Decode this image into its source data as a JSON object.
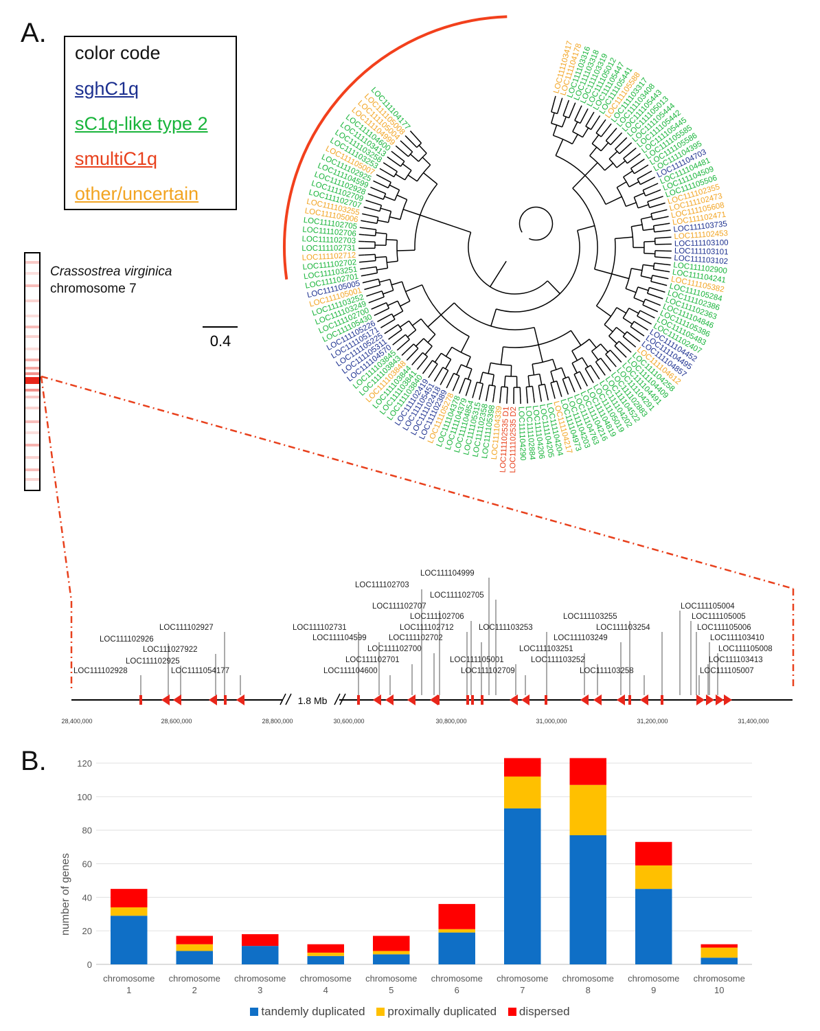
{
  "panel_a_label": "A.",
  "panel_b_label": "B.",
  "legend": {
    "title": "color code",
    "items": [
      {
        "label": "sghC1q",
        "color": "#1b2f8f"
      },
      {
        "label": "sC1q-like type 2",
        "color": "#18b43a"
      },
      {
        "label": "smultiC1q",
        "color": "#e8401c"
      },
      {
        "label": "other/uncertain",
        "color": "#f2a422"
      }
    ]
  },
  "species": {
    "name": "Crassostrea virginica",
    "chromosome": "chromosome 7"
  },
  "scale_bar_label": "0.4",
  "tree_leaves": [
    {
      "id": "LOC111103417",
      "cls": "o"
    },
    {
      "id": "LOC111104178",
      "cls": "o"
    },
    {
      "id": "LOC111103316",
      "cls": "g"
    },
    {
      "id": "LOC111103318",
      "cls": "g"
    },
    {
      "id": "LOC111103319",
      "cls": "g"
    },
    {
      "id": "LOC111105012",
      "cls": "g"
    },
    {
      "id": "LOC111105447",
      "cls": "g"
    },
    {
      "id": "LOC111105441",
      "cls": "g"
    },
    {
      "id": "LOC111105588",
      "cls": "o"
    },
    {
      "id": "LOC111103317",
      "cls": "g"
    },
    {
      "id": "LOC111103408",
      "cls": "g"
    },
    {
      "id": "LOC111105443",
      "cls": "g"
    },
    {
      "id": "LOC111105013",
      "cls": "g"
    },
    {
      "id": "LOC111105444",
      "cls": "g"
    },
    {
      "id": "LOC111105442",
      "cls": "g"
    },
    {
      "id": "LOC111105445",
      "cls": "g"
    },
    {
      "id": "LOC111105585",
      "cls": "g"
    },
    {
      "id": "LOC111105586",
      "cls": "g"
    },
    {
      "id": "LOC111104395",
      "cls": "g"
    },
    {
      "id": "LOC111104703",
      "cls": "b"
    },
    {
      "id": "LOC111104481",
      "cls": "g"
    },
    {
      "id": "LOC111104509",
      "cls": "g"
    },
    {
      "id": "LOC111105506",
      "cls": "g"
    },
    {
      "id": "LOC111102355",
      "cls": "o"
    },
    {
      "id": "LOC111102473",
      "cls": "o"
    },
    {
      "id": "LOC111105608",
      "cls": "o"
    },
    {
      "id": "LOC111102471",
      "cls": "o"
    },
    {
      "id": "LOC111103735",
      "cls": "b"
    },
    {
      "id": "LOC111102453",
      "cls": "o"
    },
    {
      "id": "LOC111103100",
      "cls": "b"
    },
    {
      "id": "LOC111103101",
      "cls": "b"
    },
    {
      "id": "LOC111103102",
      "cls": "b"
    },
    {
      "id": "LOC111102900",
      "cls": "g"
    },
    {
      "id": "LOC111104241",
      "cls": "g"
    },
    {
      "id": "LOC111105382",
      "cls": "o"
    },
    {
      "id": "LOC111105284",
      "cls": "g"
    },
    {
      "id": "LOC111102386",
      "cls": "g"
    },
    {
      "id": "LOC111102363",
      "cls": "g"
    },
    {
      "id": "LOC111104846",
      "cls": "g"
    },
    {
      "id": "LOC111105386",
      "cls": "g"
    },
    {
      "id": "LOC111105483",
      "cls": "g"
    },
    {
      "id": "LOC111102407",
      "cls": "g"
    },
    {
      "id": "LOC111104452",
      "cls": "b"
    },
    {
      "id": "LOC111104495",
      "cls": "b"
    },
    {
      "id": "LOC111104857",
      "cls": "b"
    },
    {
      "id": "LOC111104612",
      "cls": "o"
    },
    {
      "id": "LOC111104258",
      "cls": "g"
    },
    {
      "id": "LOC111104409",
      "cls": "g"
    },
    {
      "id": "LOC111104491",
      "cls": "g"
    },
    {
      "id": "LOC111104291",
      "cls": "g"
    },
    {
      "id": "LOC111102883",
      "cls": "g"
    },
    {
      "id": "LOC111104522",
      "cls": "g"
    },
    {
      "id": "LOC111104202",
      "cls": "g"
    },
    {
      "id": "LOC111105019",
      "cls": "g"
    },
    {
      "id": "LOC111104819",
      "cls": "g"
    },
    {
      "id": "LOC111104216",
      "cls": "g"
    },
    {
      "id": "LOC111104763",
      "cls": "g"
    },
    {
      "id": "LOC111104203",
      "cls": "g"
    },
    {
      "id": "LOC111104973",
      "cls": "g"
    },
    {
      "id": "LOC111104217",
      "cls": "o"
    },
    {
      "id": "LOC111104204",
      "cls": "g"
    },
    {
      "id": "LOC111104205",
      "cls": "g"
    },
    {
      "id": "LOC111104206",
      "cls": "g"
    },
    {
      "id": "LOC111102884",
      "cls": "g"
    },
    {
      "id": "LOC111104290",
      "cls": "g"
    },
    {
      "id": "LOC111102535_D2",
      "cls": "r"
    },
    {
      "id": "LOC111102535_D1",
      "cls": "r"
    },
    {
      "id": "LOC111104339",
      "cls": "o"
    },
    {
      "id": "LOC111105398",
      "cls": "g"
    },
    {
      "id": "LOC111102358",
      "cls": "g"
    },
    {
      "id": "LOC111105315",
      "cls": "g"
    },
    {
      "id": "LOC111104854",
      "cls": "g"
    },
    {
      "id": "LOC111104379",
      "cls": "g"
    },
    {
      "id": "LOC111104378",
      "cls": "g"
    },
    {
      "id": "LOC111105278",
      "cls": "o"
    },
    {
      "id": "LOC111102389",
      "cls": "b"
    },
    {
      "id": "LOC111102418",
      "cls": "b"
    },
    {
      "id": "LOC111105451",
      "cls": "b"
    },
    {
      "id": "LOC111102419",
      "cls": "b"
    },
    {
      "id": "LOC111103840",
      "cls": "g"
    },
    {
      "id": "LOC111103841",
      "cls": "g"
    },
    {
      "id": "LOC111103844",
      "cls": "g"
    },
    {
      "id": "LOC111103848",
      "cls": "o"
    },
    {
      "id": "LOC111103843",
      "cls": "g"
    },
    {
      "id": "LOC111103845",
      "cls": "g"
    },
    {
      "id": "LOC111104570",
      "cls": "b"
    },
    {
      "id": "LOC111105311",
      "cls": "b"
    },
    {
      "id": "LOC111105225",
      "cls": "b"
    },
    {
      "id": "LOC111105171",
      "cls": "b"
    },
    {
      "id": "LOC111105226",
      "cls": "b"
    },
    {
      "id": "LOC111105430",
      "cls": "g"
    },
    {
      "id": "LOC111102700",
      "cls": "g"
    },
    {
      "id": "LOC111103249",
      "cls": "g"
    },
    {
      "id": "LOC111103252",
      "cls": "g"
    },
    {
      "id": "LOC111105001",
      "cls": "o"
    },
    {
      "id": "LOC111105005",
      "cls": "b"
    },
    {
      "id": "LOC111102701",
      "cls": "g"
    },
    {
      "id": "LOC111103251",
      "cls": "g"
    },
    {
      "id": "LOC111102702",
      "cls": "g"
    },
    {
      "id": "LOC111102712",
      "cls": "o"
    },
    {
      "id": "LOC111102731",
      "cls": "g"
    },
    {
      "id": "LOC111102703",
      "cls": "g"
    },
    {
      "id": "LOC111102706",
      "cls": "g"
    },
    {
      "id": "LOC111102705",
      "cls": "g"
    },
    {
      "id": "LOC111105006",
      "cls": "o"
    },
    {
      "id": "LOC111103255",
      "cls": "o"
    },
    {
      "id": "LOC111102707",
      "cls": "g"
    },
    {
      "id": "LOC111102709",
      "cls": "g"
    },
    {
      "id": "LOC111102928",
      "cls": "g"
    },
    {
      "id": "LOC111104599",
      "cls": "g"
    },
    {
      "id": "LOC111102925",
      "cls": "g"
    },
    {
      "id": "LOC111105007",
      "cls": "o"
    },
    {
      "id": "LOC111103253",
      "cls": "g"
    },
    {
      "id": "LOC111103258",
      "cls": "g"
    },
    {
      "id": "LOC111103413",
      "cls": "g"
    },
    {
      "id": "LOC111104600",
      "cls": "g"
    },
    {
      "id": "LOC111104999",
      "cls": "o"
    },
    {
      "id": "LOC111105004",
      "cls": "o"
    },
    {
      "id": "LOC111105008",
      "cls": "o"
    },
    {
      "id": "LOC111104177",
      "cls": "g"
    }
  ],
  "genome_map": {
    "axis_left": [
      "28,400,000",
      "28,600,000",
      "28,800,000"
    ],
    "axis_right": [
      "30,600,000",
      "30,800,000",
      "31,000,000",
      "31,200,000",
      "31,400,000"
    ],
    "gap_label": "1.8 Mb",
    "left_labels": [
      "LOC111102927",
      "LOC111102926",
      "LOC111027922",
      "LOC111102925",
      "LOC111102928",
      "LOC1111054177"
    ],
    "right_labels": [
      "LOC111104999",
      "LOC111102703",
      "LOC111102705",
      "LOC111102707",
      "LOC111102706",
      "LOC111102731",
      "LOC111102712",
      "LOC111103253",
      "LOC111104599",
      "LOC111102702",
      "LOC111102700",
      "LOC111102701",
      "LOC111105001",
      "LOC111104600",
      "LOC111102709",
      "LOC111103255",
      "LOC111103254",
      "LOC111103249",
      "LOC111103251",
      "LOC111103252",
      "LOC111103258",
      "LOC111105004",
      "LOC111105005",
      "LOC111105006",
      "LOC111103410",
      "LOC111105008",
      "LOC111103413",
      "LOC111105007"
    ]
  },
  "chart_data": {
    "type": "bar",
    "stacked": true,
    "ylabel": "number of genes",
    "ylim": [
      0,
      120
    ],
    "yticks": [
      0,
      20,
      40,
      60,
      80,
      100,
      120
    ],
    "categories": [
      "chromosome 1",
      "chromosome 2",
      "chromosome 3",
      "chromosome 4",
      "chromosome 5",
      "chromosome 6",
      "chromosome 7",
      "chromosome 8",
      "chromosome 9",
      "chromosome 10"
    ],
    "series": [
      {
        "name": "tandemly duplicated",
        "color": "#0f6fc6",
        "values": [
          29,
          8,
          11,
          5,
          6,
          19,
          93,
          77,
          45,
          4
        ]
      },
      {
        "name": "proximally duplicated",
        "color": "#ffc000",
        "values": [
          5,
          4,
          0,
          2,
          2,
          2,
          19,
          30,
          14,
          6
        ]
      },
      {
        "name": "dispersed",
        "color": "#ff0000",
        "values": [
          11,
          5,
          7,
          5,
          9,
          15,
          11,
          16,
          14,
          2
        ]
      }
    ],
    "grid": true,
    "legend": "bottom"
  }
}
